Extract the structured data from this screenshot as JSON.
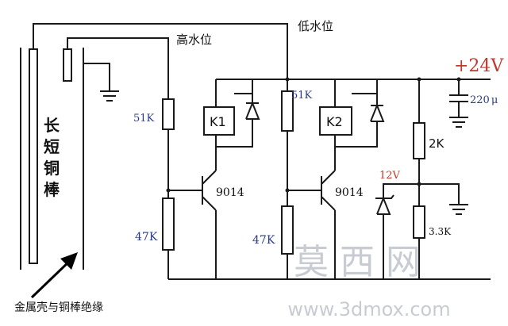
{
  "labels": {
    "high_level": "高水位",
    "low_level": "低水位",
    "rod_line1": "长",
    "rod_line2": "短",
    "rod_line3": "铜",
    "rod_line4": "棒",
    "voltage": "+24V",
    "capacitor": "220",
    "mu": "μ",
    "r1": "51K",
    "r2": "47K",
    "r3": "51K",
    "r4": "47K",
    "r5": "2K",
    "r6": "3.3K",
    "zener": "12V",
    "relay1": "K1",
    "relay2": "K2",
    "transistor1": "9014",
    "transistor2": "9014",
    "caption": "金属壳与铜棒绝缘"
  },
  "watermark": {
    "text1": "莫 西 网",
    "text2": "www.3dmox.com"
  },
  "colors": {
    "wire": "#1a1a1a",
    "voltage": "#c0392b",
    "zener": "#c0392b",
    "watermark": "#c8ccd2"
  }
}
